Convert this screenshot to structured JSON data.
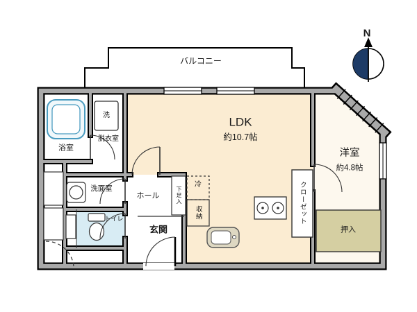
{
  "compass": {
    "label": "N"
  },
  "balcony": {
    "label": "バルコニー"
  },
  "rooms": {
    "ldk": {
      "name": "LDK",
      "size": "約10.7帖"
    },
    "western": {
      "name": "洋室",
      "size": "約4.8帖"
    },
    "bath": {
      "name": "浴室"
    },
    "dressing": {
      "name": "脱衣室"
    },
    "washroom": {
      "name": "洗面室"
    },
    "toilet": {
      "name": "トイレ"
    },
    "hall": {
      "name": "ホール"
    },
    "entrance": {
      "name": "玄関"
    }
  },
  "storage": {
    "shoe_cabinet": {
      "label": "下足入"
    },
    "refrigerator": {
      "label": "冷"
    },
    "closet_small": {
      "label": "収納"
    },
    "closet": {
      "label": "クローゼット"
    },
    "oshiire": {
      "label": "押入"
    }
  },
  "appliances": {
    "washer": {
      "label": "洗"
    }
  },
  "colors": {
    "wall_fill": "#a9a9a9",
    "ldk_floor": "#fbecd2",
    "western_floor": "#fdf8ee",
    "oshiire_fill": "#d5cfa2",
    "toilet_floor": "#d8ecf4",
    "counter_fill": "#ded8c2",
    "tub_stroke": "#4a9cc0",
    "compass_dark": "#1d3b66"
  }
}
